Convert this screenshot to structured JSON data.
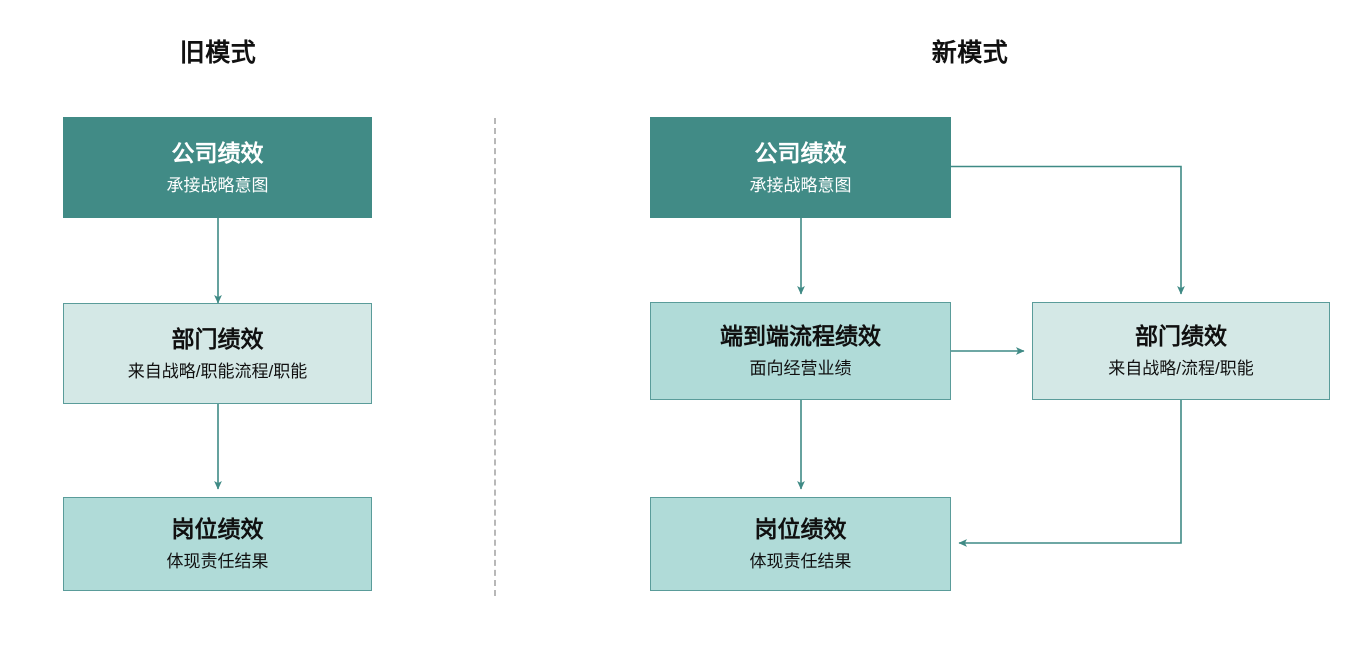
{
  "diagram": {
    "background": "#ffffff",
    "colors": {
      "dark_fill": "#418b86",
      "mid_fill": "#b0dbd8",
      "pale_fill": "#d4e8e6",
      "border": "#5a9c9a",
      "connector": "#3f8a85",
      "divider": "#b8b8b8",
      "title_text": "#111111",
      "dark_text": "#ffffff",
      "light_text": "#101010"
    },
    "panels": [
      {
        "id": "old-mode",
        "title": "旧模式",
        "nodes": [
          {
            "id": "old-company",
            "title": "公司绩效",
            "subtitle": "承接战略意图",
            "style": "dark"
          },
          {
            "id": "old-department",
            "title": "部门绩效",
            "subtitle": "来自战略/职能流程/职能",
            "style": "pale"
          },
          {
            "id": "old-position",
            "title": "岗位绩效",
            "subtitle": "体现责任结果",
            "style": "mid"
          }
        ],
        "edges": [
          {
            "from": "old-company",
            "to": "old-department",
            "kind": "straight-down"
          },
          {
            "from": "old-department",
            "to": "old-position",
            "kind": "straight-down"
          }
        ]
      },
      {
        "id": "new-mode",
        "title": "新模式",
        "nodes": [
          {
            "id": "new-company",
            "title": "公司绩效",
            "subtitle": "承接战略意图",
            "style": "dark"
          },
          {
            "id": "new-process",
            "title": "端到端流程绩效",
            "subtitle": "面向经营业绩",
            "style": "mid"
          },
          {
            "id": "new-department",
            "title": "部门绩效",
            "subtitle": "来自战略/流程/职能",
            "style": "pale"
          },
          {
            "id": "new-position",
            "title": "岗位绩效",
            "subtitle": "体现责任结果",
            "style": "mid"
          }
        ],
        "edges": [
          {
            "from": "new-company",
            "to": "new-process",
            "kind": "straight-down"
          },
          {
            "from": "new-company",
            "to": "new-department",
            "kind": "right-then-down"
          },
          {
            "from": "new-process",
            "to": "new-department",
            "kind": "straight-right"
          },
          {
            "from": "new-process",
            "to": "new-position",
            "kind": "straight-down"
          },
          {
            "from": "new-department",
            "to": "new-position",
            "kind": "down-then-left"
          }
        ]
      }
    ],
    "divider": {
      "kind": "vertical-dashed"
    }
  }
}
